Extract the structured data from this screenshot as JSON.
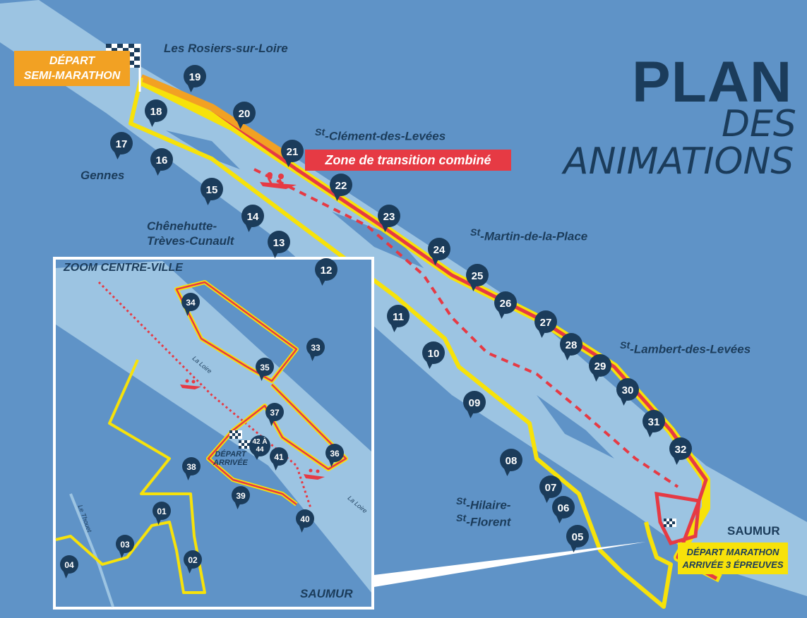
{
  "title": {
    "line1": "PLAN",
    "line2": "DES",
    "line3": "ANIMATIONS"
  },
  "labels": {
    "depart_semi_l1": "DÉPART",
    "depart_semi_l2": "SEMI-MARATHON",
    "zone_transition": "Zone de transition combiné",
    "depart_marathon_l1": "DÉPART MARATHON",
    "depart_marathon_l2": "ARRIVÉE 3 ÉPREUVES",
    "zoom": "ZOOM CENTRE-VILLE",
    "saumur_small": "SAUMUR",
    "depart_mini_l1": "DÉPART",
    "depart_mini_l2": "ARRIVÉE",
    "la_loire_1": "La Loire",
    "la_loire_2": "La Loire",
    "le_thouet": "Le Thouet"
  },
  "towns": {
    "rosiers": "Les Rosiers-sur-Loire",
    "clement_sup": "St",
    "clement": "-Clément-des-Levées",
    "gennes": "Gennes",
    "chenehutte_l1": "Chênehutte-",
    "chenehutte_l2": "Trèves-Cunault",
    "martin_sup": "St",
    "martin": "-Martin-de-la-Place",
    "lambert_sup": "St",
    "lambert": "-Lambert-des-Levées",
    "hilaire_sup1": "St",
    "hilaire_l1": "-Hilaire-",
    "hilaire_sup2": "St",
    "hilaire_l2": "-Florent",
    "saumur": "SAUMUR"
  },
  "markers": [
    {
      "label": "19"
    },
    {
      "label": "18"
    },
    {
      "label": "20"
    },
    {
      "label": "17"
    },
    {
      "label": "16"
    },
    {
      "label": "21"
    },
    {
      "label": "22"
    },
    {
      "label": "15"
    },
    {
      "label": "14"
    },
    {
      "label": "23"
    },
    {
      "label": "13"
    },
    {
      "label": "24"
    },
    {
      "label": "12"
    },
    {
      "label": "25"
    },
    {
      "label": "26"
    },
    {
      "label": "11"
    },
    {
      "label": "27"
    },
    {
      "label": "28"
    },
    {
      "label": "10"
    },
    {
      "label": "29"
    },
    {
      "label": "30"
    },
    {
      "label": "09"
    },
    {
      "label": "31"
    },
    {
      "label": "32"
    },
    {
      "label": "08"
    },
    {
      "label": "07"
    },
    {
      "label": "06"
    },
    {
      "label": "05"
    },
    {
      "label": "34"
    },
    {
      "label": "33"
    },
    {
      "label": "35"
    },
    {
      "label": "37"
    },
    {
      "label": "36"
    },
    {
      "label": "38"
    },
    {
      "label": "41"
    },
    {
      "label": "39"
    },
    {
      "label": "40"
    },
    {
      "label": "01"
    },
    {
      "label": "03"
    },
    {
      "label": "02"
    },
    {
      "label": "04"
    }
  ],
  "markers_extra": {
    "m4244_l1": "42 À",
    "m4244_l2": "44"
  },
  "colors": {
    "background": "#5f93c7",
    "river": "#9cc4e2",
    "marker": "#1b3c5b",
    "route_yellow": "#f7e20a",
    "route_red": "#e63a44",
    "route_orange": "#f2a123"
  }
}
